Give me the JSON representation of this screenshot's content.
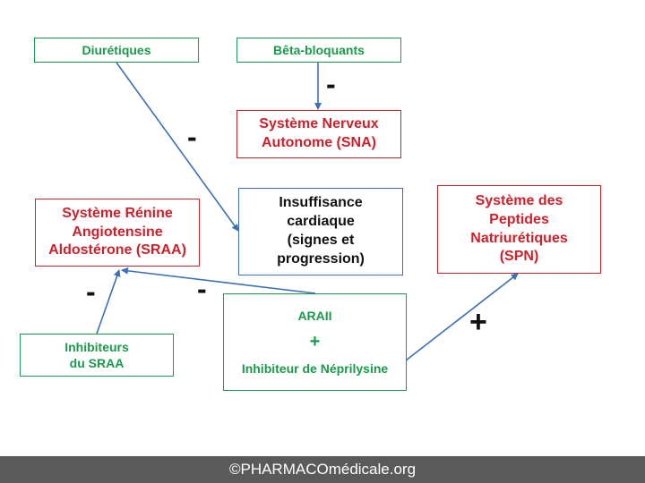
{
  "nodes": {
    "diuretiques": {
      "lines": [
        "Diurétiques"
      ]
    },
    "beta": {
      "lines": [
        "Bêta-bloquants"
      ]
    },
    "sna": {
      "lines": [
        "Système Nerveux",
        "Autonome (SNA)"
      ]
    },
    "ic": {
      "lines": [
        "Insuffisance",
        "cardiaque",
        "(signes et",
        "progression)"
      ]
    },
    "sraa": {
      "lines": [
        "Système Rénine",
        "Angiotensine",
        "Aldostérone (SRAA)"
      ]
    },
    "spn": {
      "lines": [
        "Système des",
        "Peptides",
        "Natriurétiques",
        "(SPN)"
      ]
    },
    "inhib": {
      "lines": [
        "Inhibiteurs",
        "du SRAA"
      ]
    },
    "arni": {
      "line1": "ARAII",
      "plus": "+",
      "line2": "Inhibiteur de Néprilysine"
    }
  },
  "signs": {
    "beta_sna": "-",
    "diur_ic": "-",
    "inhib_sraa": "-",
    "arni_sraa": "-",
    "arni_spn": "+"
  },
  "footer": "©PHARMACOmédicale.org",
  "colors": {
    "green": "#1a9a4a",
    "red": "#d0202a",
    "blue": "#3c6fb6",
    "footer_bg": "#5a5a5a"
  }
}
